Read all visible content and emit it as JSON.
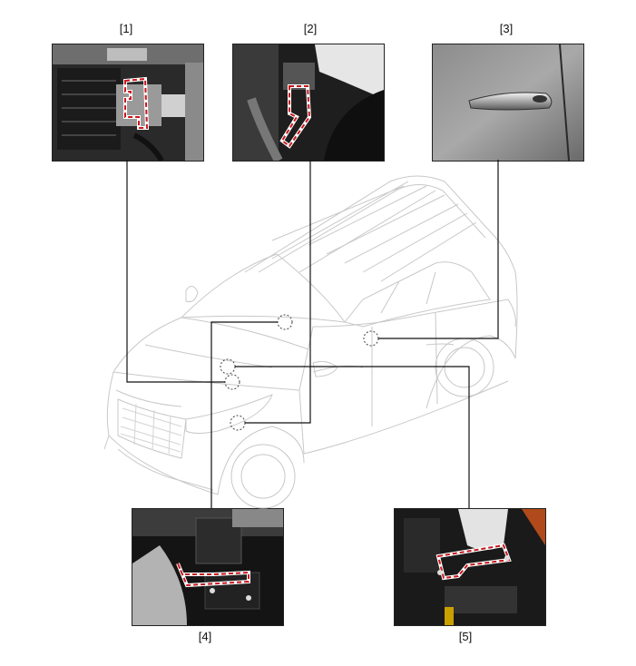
{
  "labels": {
    "p1": "[1]",
    "p2": "[2]",
    "p3": "[3]",
    "p4": "[4]",
    "p5": "[5]"
  },
  "colors": {
    "outline": "#c9151b",
    "leader": "#111111",
    "car_line": "#c8c8c8"
  }
}
